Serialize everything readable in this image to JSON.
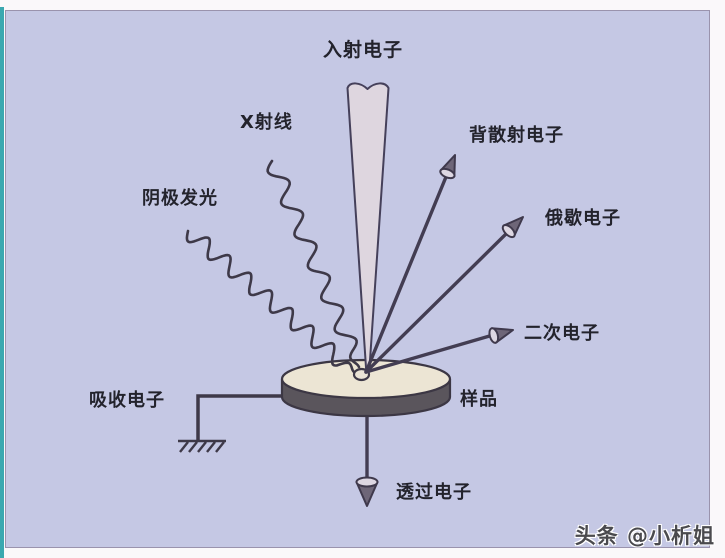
{
  "page": {
    "watermark": "头条 @小析姐"
  },
  "diagram": {
    "type": "electron-beam-specimen-interaction",
    "labels": {
      "incident": "入射电子",
      "xray": "X射线",
      "cathodoluminescence": "阴极发光",
      "backscattered": "背散射电子",
      "auger": "俄歇电子",
      "secondary": "二次电子",
      "absorbed": "吸收电子",
      "sample": "样品",
      "transmitted": "透过电子"
    },
    "colors": {
      "page_background": "#faf8fa",
      "diagram_background": "#c5c8e4",
      "edge_strip": "#3aa8b0",
      "line": "#3e3948",
      "beam_fill": "#ded6df",
      "disc_top": "#ece5d4",
      "disc_side": "#5a555c",
      "text": "#23232c",
      "watermark_text": "#4a4a4e"
    }
  }
}
